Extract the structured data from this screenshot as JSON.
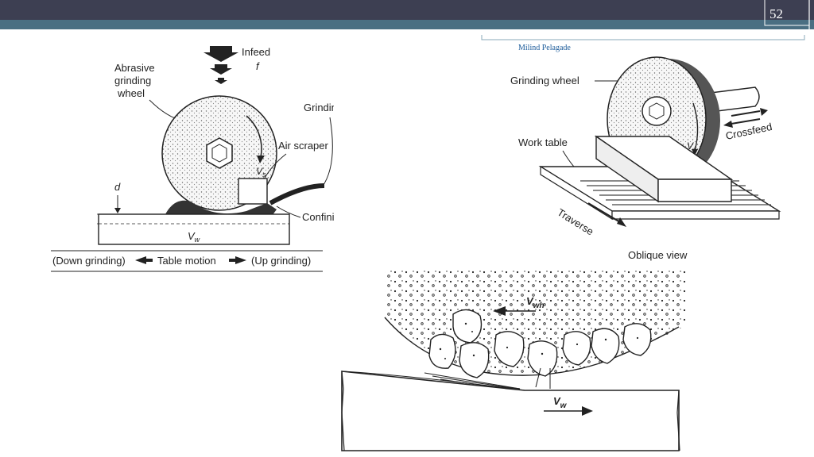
{
  "slide": {
    "number": "52",
    "author": "Milind Pelagade"
  },
  "fig_left": {
    "infeed": "Infeed",
    "infeed_sym": "f",
    "abrasive_1": "Abrasive",
    "abrasive_2": "grinding",
    "abrasive_3": "wheel",
    "grinding_fluid": "Grinding fluid",
    "air_scraper": "Air scraper",
    "vs": "V",
    "vs_sub": "s",
    "d": "d",
    "confining_baffle": "Confining baffle",
    "vw": "V",
    "vw_sub": "w",
    "down_grinding": "(Down grinding)",
    "table_motion": "Table motion",
    "up_grinding": "(Up grinding)"
  },
  "fig_right": {
    "grinding_wheel": "Grinding wheel",
    "work_table": "Work table",
    "crossfeed": "Crossfeed",
    "vs": "V",
    "vs_sub": "s",
    "traverse": "Traverse",
    "oblique_view": "Oblique view"
  },
  "fig_bottom": {
    "vwh": "V",
    "vwh_sub": "wh",
    "vw": "V",
    "vw_sub": "w"
  },
  "colors": {
    "top_bar": "#3d3f52",
    "accent_bar": "#4a6f82",
    "author_text": "#1a5a99"
  }
}
